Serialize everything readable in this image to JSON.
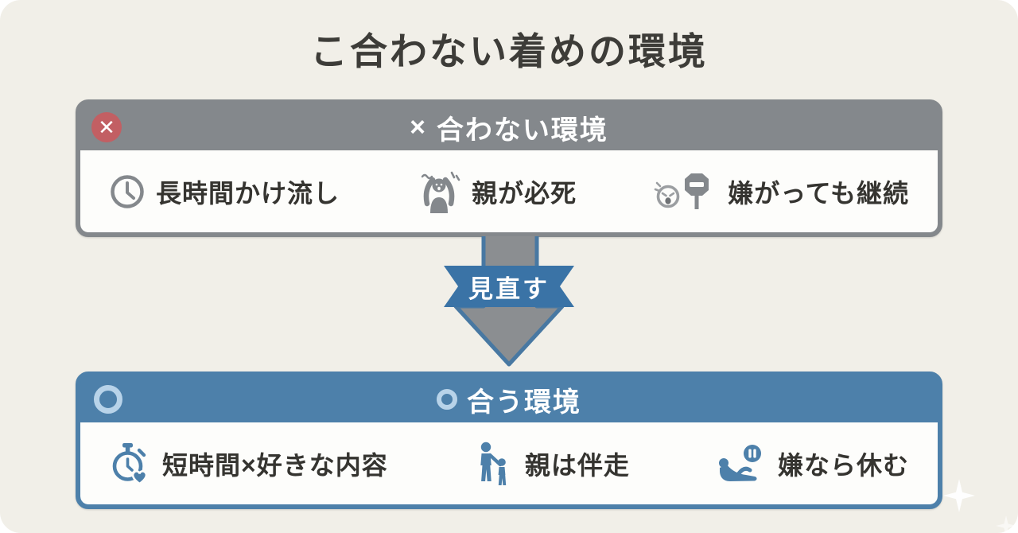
{
  "title": "こ合わない着めの環境",
  "colors": {
    "card_bg": "#f1efe8",
    "bad_gray": "#84888c",
    "good_blue": "#4d80aa",
    "ribbon_blue": "#3a73a6",
    "badge_red": "#c25f63",
    "ring_light_blue": "#b8d3e9",
    "text_dark": "#353430"
  },
  "bad_section": {
    "badge_mark": "✕",
    "header_mark": "×",
    "header_label": "合わない環境",
    "items": [
      {
        "icon": "clock-icon",
        "label": "長時間かけ流し"
      },
      {
        "icon": "overwhelmed-parent-icon",
        "label": "親が必死"
      },
      {
        "icon": "crying-child-stop-icon",
        "label": "嫌がっても継続"
      }
    ]
  },
  "arrow": {
    "label": "見直す"
  },
  "good_section": {
    "badge_mark": "〇",
    "header_label": "合う環境",
    "items": [
      {
        "icon": "stopwatch-heart-icon",
        "label": "短時間×好きな内容"
      },
      {
        "icon": "parent-child-icon",
        "label": "親は伴走"
      },
      {
        "icon": "resting-pause-icon",
        "label": "嫌なら休む"
      }
    ]
  }
}
